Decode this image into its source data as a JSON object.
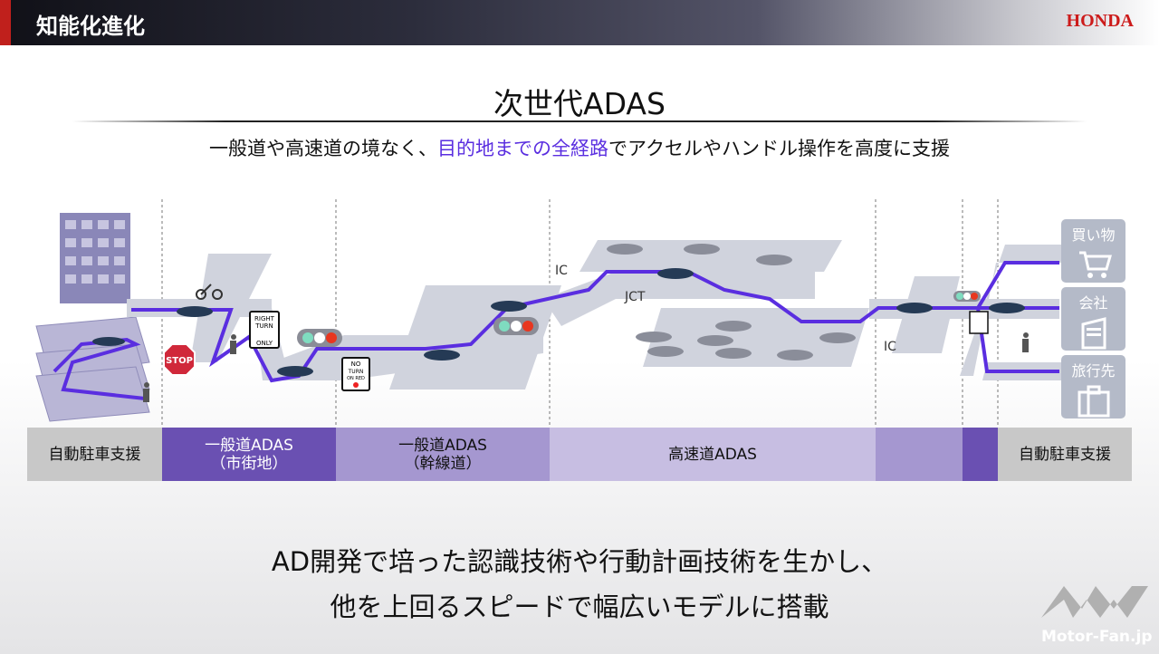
{
  "header": {
    "title": "知能化進化",
    "brand": "HONDA"
  },
  "slide": {
    "title": "次世代ADAS",
    "subtitle_pre": "一般道や高速道の境なく、",
    "subtitle_hl": "目的地までの全経路",
    "subtitle_post": "でアクセルやハンドル操作を高度に支援",
    "labels": {
      "ic1": "IC",
      "jct": "JCT",
      "ic2": "IC"
    },
    "signs": {
      "stop": "STOP",
      "right_turn": [
        "RIGHT",
        "TURN",
        "ONLY"
      ],
      "no_turn": [
        "NO",
        "TURN",
        "ON RED"
      ]
    },
    "segments": [
      {
        "line1": "自動駐車支援",
        "line2": ""
      },
      {
        "line1": "一般道ADAS",
        "line2": "（市街地）"
      },
      {
        "line1": "一般道ADAS",
        "line2": "（幹線道）"
      },
      {
        "line1": "高速道ADAS",
        "line2": ""
      },
      {
        "line1": "",
        "line2": ""
      },
      {
        "line1": "",
        "line2": ""
      },
      {
        "line1": "自動駐車支援",
        "line2": ""
      }
    ],
    "destinations": [
      {
        "label": "買い物",
        "icon": "cart-icon"
      },
      {
        "label": "会社",
        "icon": "building-icon"
      },
      {
        "label": "旅行先",
        "icon": "suitcase-icon"
      }
    ],
    "bottom_line1": "AD開発で培った認識技術や行動計画技術を生かし、",
    "bottom_line2": "他を上回るスピードで幅広いモデルに搭載",
    "colors": {
      "accent": "#5a2ee0",
      "seg_dark": "#6a50b2",
      "seg_mid": "#a597d0",
      "seg_light": "#c7bee2",
      "seg_gray": "#c8c8c8"
    }
  },
  "watermark": "Motor-Fan.jp"
}
